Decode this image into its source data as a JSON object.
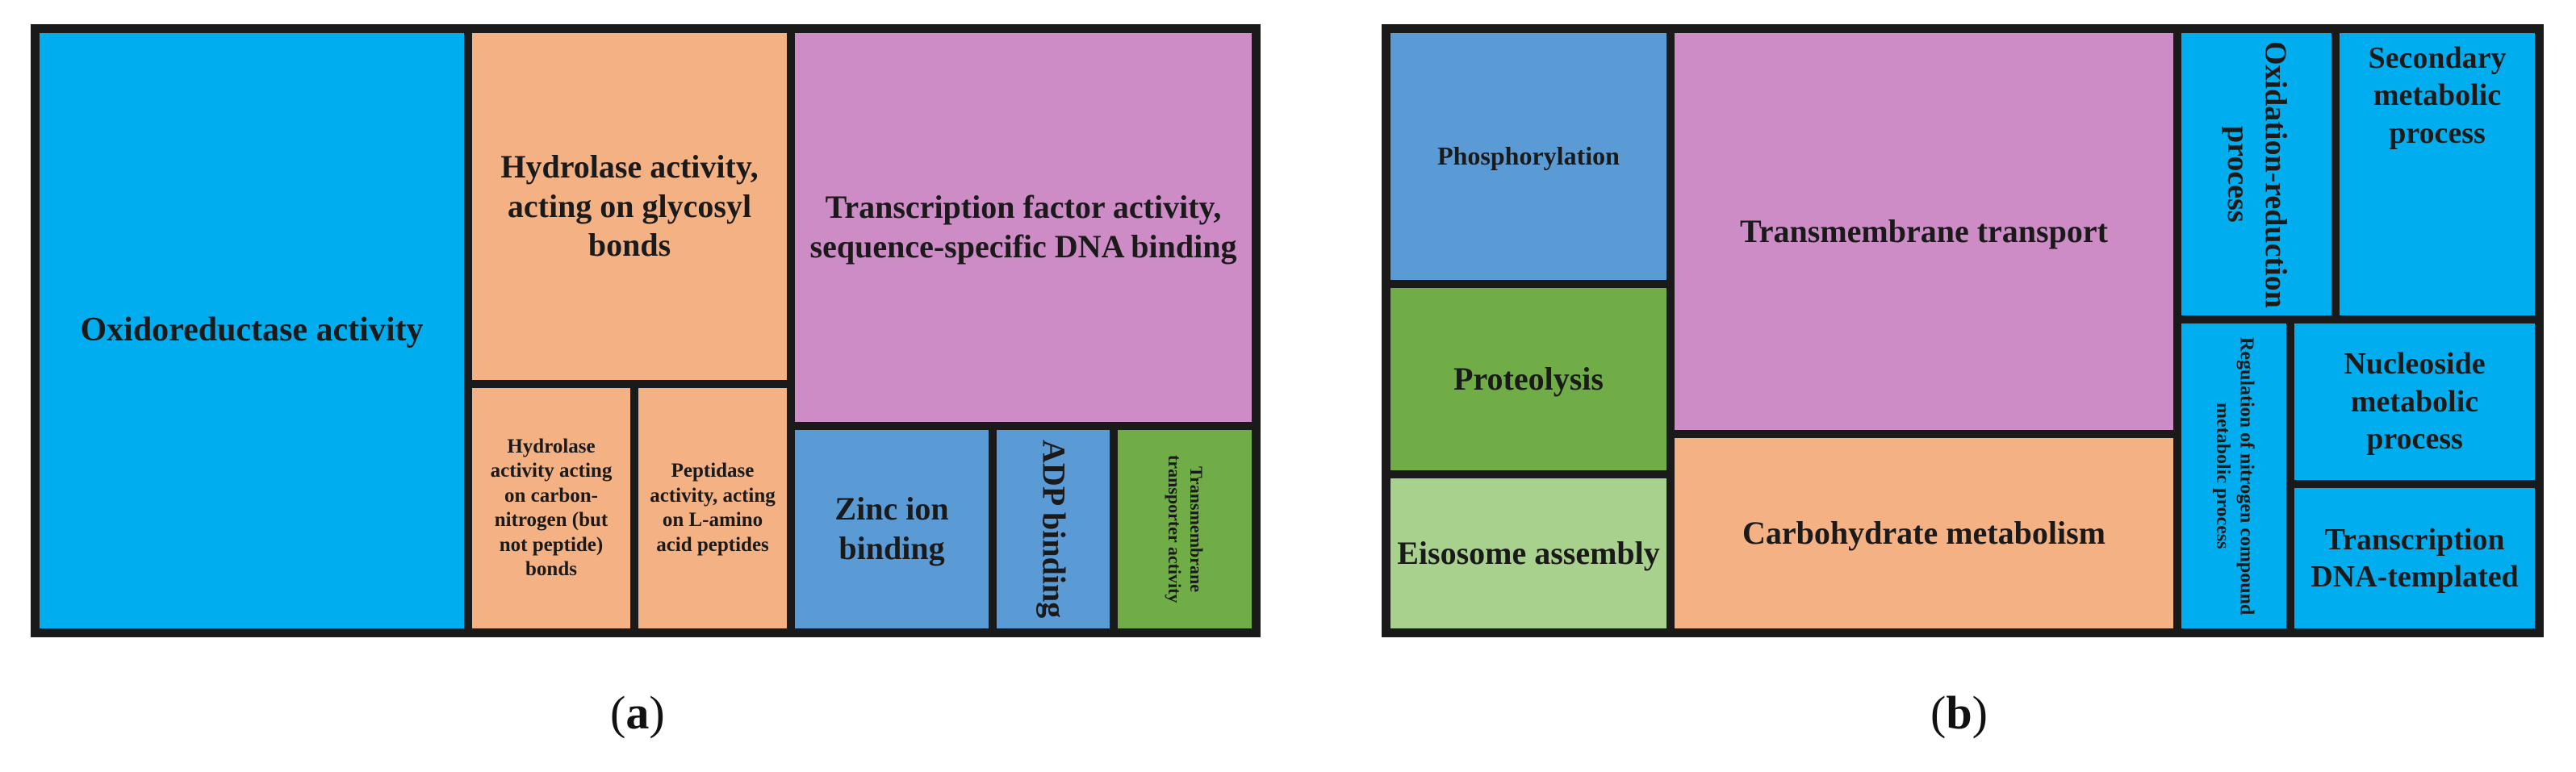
{
  "colors": {
    "blue": "#00aeef",
    "orange": "#f4b183",
    "pink": "#cd8cc5",
    "steel": "#5b9bd5",
    "green": "#70ad47",
    "lightgreen": "#a9d18e"
  },
  "chart_data": [
    {
      "type": "treemap",
      "panel_label": "a",
      "tiles": [
        {
          "label": "Oxidoreductase activity",
          "color": "#00aeef"
        },
        {
          "label": "Hydrolase activity, acting on glycosyl bonds",
          "color": "#f4b183"
        },
        {
          "label": "Hydrolase activity acting on carbon-nitrogen (but not peptide) bonds",
          "color": "#f4b183"
        },
        {
          "label": "Peptidase activity, acting on L-amino acid peptides",
          "color": "#f4b183"
        },
        {
          "label": "Transcription factor activity, sequence-specific DNA binding",
          "color": "#cd8cc5"
        },
        {
          "label": "Zinc ion binding",
          "color": "#5b9bd5"
        },
        {
          "label": "ADP binding",
          "color": "#5b9bd5"
        },
        {
          "label": "Transmembrane transporter activity",
          "color": "#70ad47"
        }
      ]
    },
    {
      "type": "treemap",
      "panel_label": "b",
      "tiles": [
        {
          "label": "Phosphorylation",
          "color": "#5b9bd5"
        },
        {
          "label": "Proteolysis",
          "color": "#70ad47"
        },
        {
          "label": "Eisosome assembly",
          "color": "#a9d18e"
        },
        {
          "label": "Transmembrane transport",
          "color": "#cd8cc5"
        },
        {
          "label": "Carbohydrate metabolism",
          "color": "#f4b183"
        },
        {
          "label": "Oxidation-reduction process",
          "color": "#00aeef"
        },
        {
          "label": "Secondary metabolic process",
          "color": "#00aeef"
        },
        {
          "label": "Regulation of nitrogen compound metabolic process",
          "color": "#00aeef"
        },
        {
          "label": "Nucleoside metabolic process",
          "color": "#00aeef"
        },
        {
          "label": "Transcription DNA-templated",
          "color": "#00aeef"
        }
      ]
    }
  ]
}
